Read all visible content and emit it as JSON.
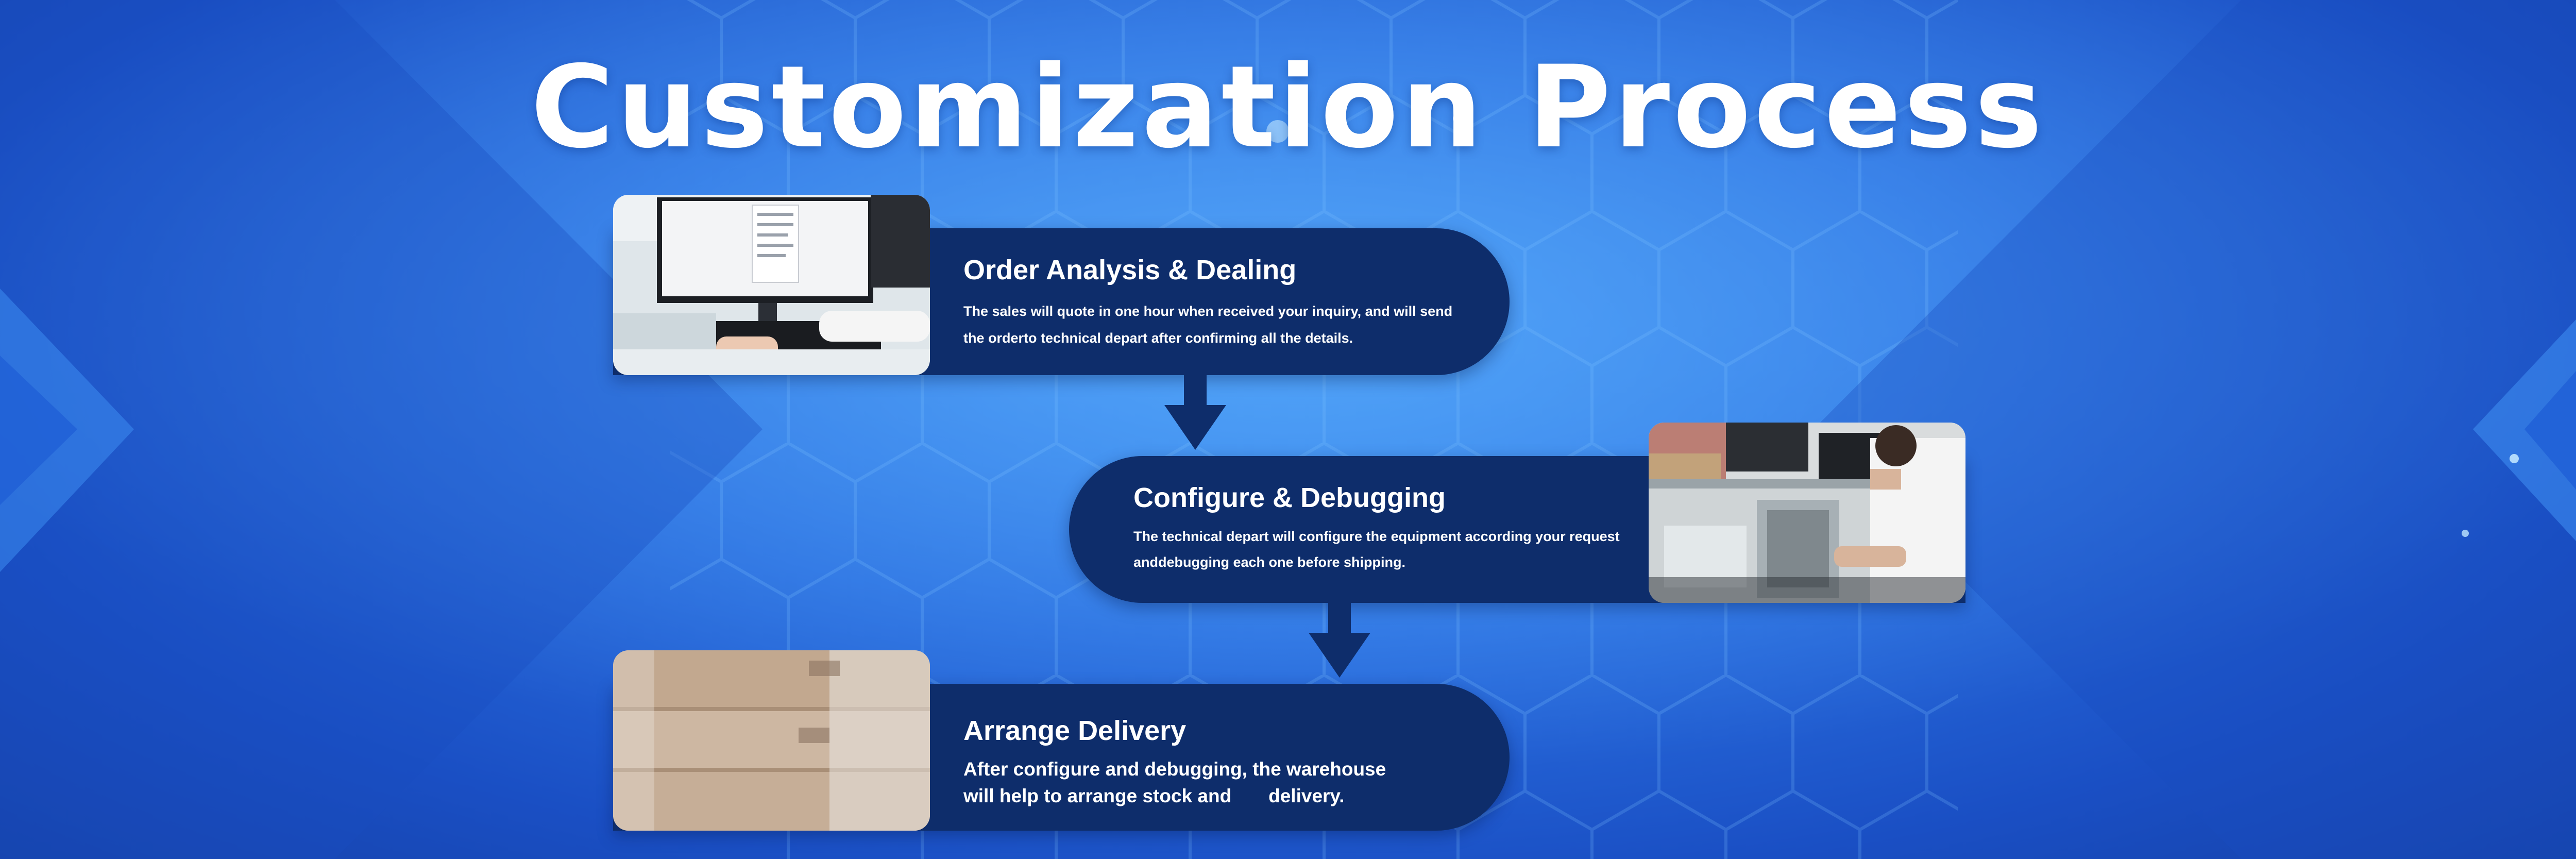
{
  "page": {
    "title": "Customization Process"
  },
  "colors": {
    "background": "#2a6fe0",
    "pill": "#0e2d6b",
    "text": "#ffffff"
  },
  "steps": [
    {
      "title": "Order Analysis & Dealing",
      "description_lines": [
        "The sales will quote in one hour when received your inquiry, and will send",
        "the orderto technical depart after confirming all the details."
      ],
      "photo": "office-computer-photo"
    },
    {
      "title": "Configure & Debugging",
      "description_lines": [
        "The technical depart will configure the equipment according your request",
        "anddebugging each one before shipping."
      ],
      "photo": "technician-workbench-photo"
    },
    {
      "title": "Arrange Delivery",
      "description_lines": [
        "After configure and debugging, the warehouse",
        "will help to arrange stock and       delivery."
      ],
      "photo": "packed-boxes-photo"
    }
  ]
}
